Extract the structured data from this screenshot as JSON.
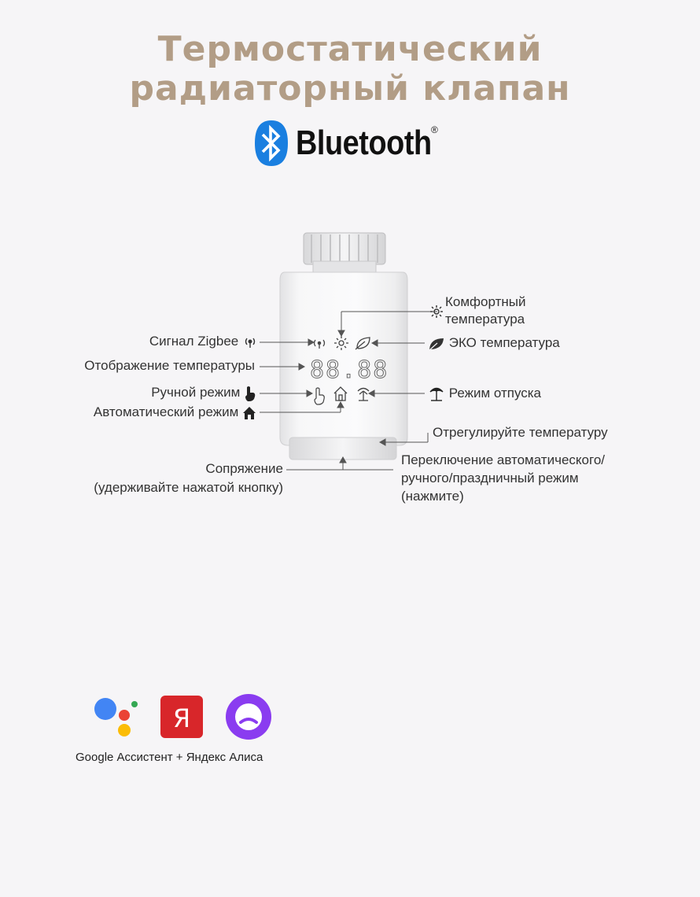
{
  "header": {
    "title_line1": "Термостатический",
    "title_line2": "радиаторный клапан",
    "bluetooth_word": "Bluetooth",
    "registered_mark": "®"
  },
  "display": {
    "digits": "88.88"
  },
  "labels": {
    "comfort_line1": "Комфортный",
    "comfort_line2": "температура",
    "zigbee": "Сигнал Zigbee",
    "eco": "ЭКО температура",
    "temp_display": "Отображение температуры",
    "manual": "Ручной режим",
    "vacation": "Режим отпуска",
    "auto": "Автоматический режим",
    "adjust": "Отрегулируйте температуру",
    "pairing_line1": "Сопряжение",
    "pairing_line2": "(удерживайте нажатой кнопку)",
    "switch_line1": "Переключение автоматического/",
    "switch_line2": "ручного/праздничный режим",
    "switch_line3": "(нажмите)"
  },
  "assistants": {
    "yandex_letter": "Я",
    "caption": "Google Ассистент  +  Яндекс Алиса"
  },
  "colors": {
    "title": "#b29d86",
    "bluetooth_blue": "#1a7fe0",
    "yandex_red": "#d8262a",
    "alice_purple": "#8a3cf0",
    "google_blue": "#4285f4",
    "google_red": "#ea4335",
    "google_yellow": "#fbbc05",
    "google_green": "#34a853"
  }
}
